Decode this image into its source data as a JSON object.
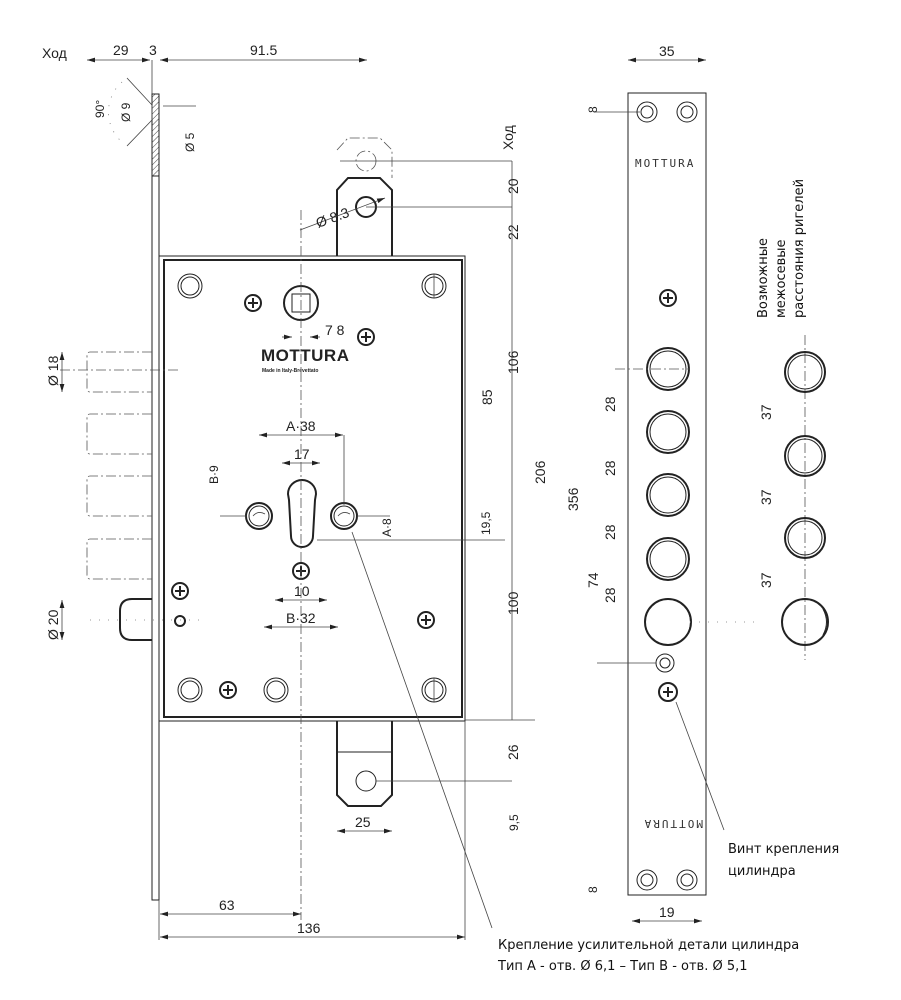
{
  "diagram": {
    "title": "Mottura mortise lock technical drawing",
    "brand": {
      "name": "MOTTURA",
      "subtitle": "Made in Italy-Brevettato",
      "faceplate_text": "MOTTURA",
      "faceplate_text_mirrored": "MOTTURA"
    },
    "labels": {
      "stroke_top_left": "Ход",
      "stroke_right": "Ход",
      "bolt_spacing_note": [
        "Возможные",
        "межосевые",
        "расстояния ригелей"
      ],
      "screw_note": [
        "Винт крепления",
        "цилиндра"
      ],
      "reinforcement_note": [
        "Крепление усилительной детали цилиндра",
        "Тип А - отв. Ø 6,1 – Тип В - отв. Ø 5,1"
      ]
    },
    "dimensions": {
      "top": {
        "stroke": "29",
        "plate": "3",
        "backset_total": "91.5"
      },
      "countersink": {
        "angle": "90°",
        "outer_dia": "Ø 9",
        "hole_dia": "Ø 5"
      },
      "latch_tab": {
        "hole_dia": "Ø 8.3",
        "stroke_offset": "20",
        "tab_height": "22"
      },
      "spindle": {
        "square": "7 8"
      },
      "bolts": {
        "bolt_dia": "Ø 18",
        "latch_dia": "Ø 20"
      },
      "cylinder": {
        "a_spacing": "A·38",
        "profile_width": "17",
        "b_offset": "B·9",
        "a_offset": "A·8",
        "lower_width": "10",
        "b_spacing": "B·32",
        "centre_offset": "19,5"
      },
      "right_vertical": {
        "upper": "85",
        "spindle_to_cyl": "106",
        "body": "206",
        "lower": "100",
        "bottom_tab": "26",
        "tab_hole": "9,5",
        "overall": "356"
      },
      "bottom_tab_width": "25",
      "bottom": {
        "backset": "63",
        "case_width": "136"
      },
      "faceplate": {
        "width_top": "35",
        "top_margin": "8",
        "bottom_margin": "8",
        "width_bottom": "19",
        "bolt_pitch": [
          "28",
          "28",
          "28",
          "28"
        ],
        "latch_offset": "74"
      },
      "alt_spacing": [
        "37",
        "37",
        "37"
      ]
    }
  }
}
